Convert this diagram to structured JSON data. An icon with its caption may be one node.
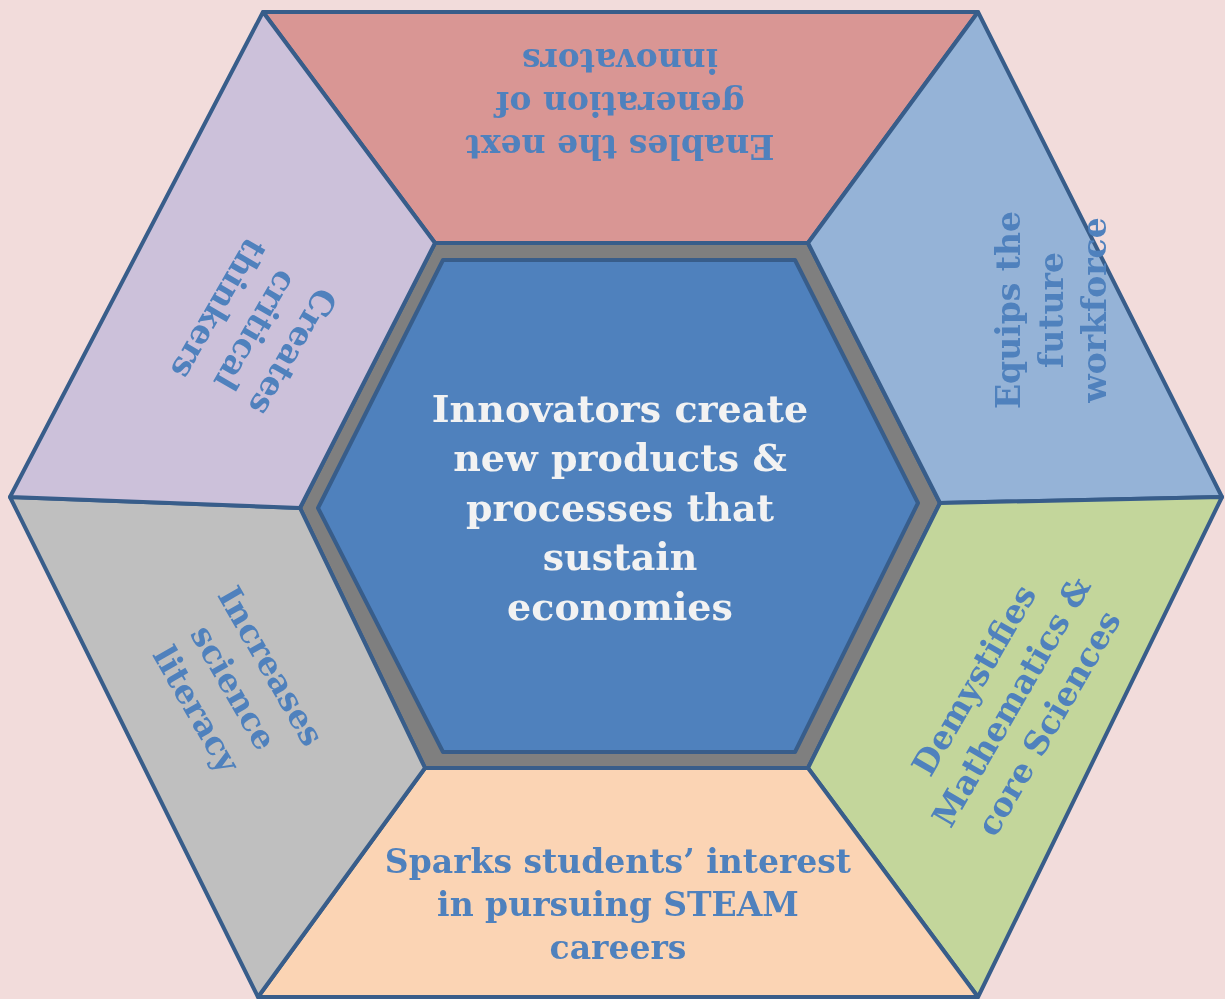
{
  "diagram": {
    "nodes": [
      {
        "text": [
          "Innovators create new products & processes that sustain economies"
        ]
      },
      {
        "text": [
          "Enables the next generation of innovators"
        ]
      },
      {
        "text": [
          "Equips the future workforce"
        ]
      },
      {
        "text": [
          "Demystifies Mathematics & core Sciences"
        ]
      },
      {
        "text": [
          "Sparks students’ interest in pursuing STEAM careers"
        ]
      },
      {
        "text": [
          "Increases science literacy"
        ]
      },
      {
        "text": [
          "Creates critical thinkers"
        ]
      }
    ]
  }
}
